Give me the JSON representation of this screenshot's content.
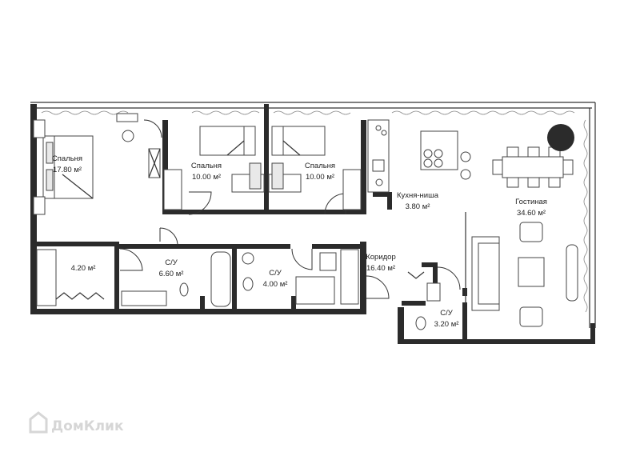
{
  "rooms": [
    {
      "id": "bedroom-main",
      "name": "Спальня",
      "area": "17.80 м²"
    },
    {
      "id": "bedroom-2",
      "name": "Спальня",
      "area": "10.00 м²"
    },
    {
      "id": "bedroom-3",
      "name": "Спальня",
      "area": "10.00 м²"
    },
    {
      "id": "kitchen",
      "name": "Кухня-ниша",
      "area": "3.80 м²"
    },
    {
      "id": "living",
      "name": "Гостиная",
      "area": "34.60 м²"
    },
    {
      "id": "storage",
      "name": "",
      "area": "4.20 м²"
    },
    {
      "id": "bath-1",
      "name": "С/У",
      "area": "6.60 м²"
    },
    {
      "id": "bath-2",
      "name": "С/У",
      "area": "4.00 м²"
    },
    {
      "id": "corridor",
      "name": "Коридор",
      "area": "16.40 м²"
    },
    {
      "id": "bath-3",
      "name": "С/У",
      "area": "3.20 м²"
    }
  ],
  "watermark": {
    "text": "ДомКлик",
    "icon": "house-logo-icon"
  },
  "colors": {
    "wall": "#2b2b2b",
    "line": "#333333",
    "accent_circle": "#2b2b2b"
  }
}
